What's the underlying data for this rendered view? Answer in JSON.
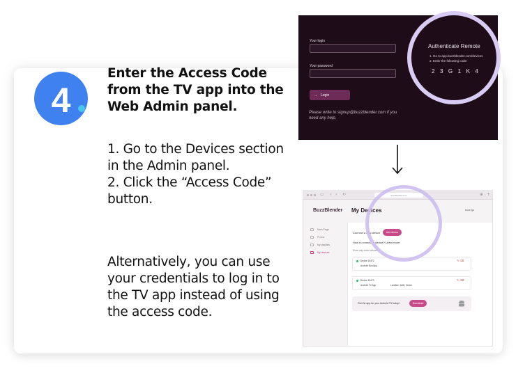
{
  "step_number": "4",
  "heading": "Enter the Access Code from the TV app into the Web Admin panel.",
  "steps": [
    " 1. Go to the Devices section in the Admin panel.",
    " 2. Click the “Access Code” button."
  ],
  "alternative": "Alternatively, you can use your credentials to log in to the TV app instead of using the access code.",
  "tv_screen": {
    "login_label": "Your login",
    "password_label": "Your password",
    "login_button": "Login",
    "note": "Please write to signup@buzzblender.com if you need any help.",
    "auth_title": "Authenticate Remote",
    "auth_step1": "1. Go to app.buzzblender.com/devices",
    "auth_step2": "2. Enter the following code:",
    "auth_code": "23G1K4"
  },
  "web_admin": {
    "url": "buzzblender.com",
    "brand": "BuzzBlender",
    "page_title": "My Devices",
    "user": "buzz7go",
    "sidebar": [
      "Main Page",
      "Promo",
      "My playlists",
      "My devices"
    ],
    "connect_text": "Connect a new device",
    "access_code_button": "Add device",
    "how_text": "How to connect a device? Learn more",
    "show_text": "Show only online devices",
    "devices": [
      {
        "status": "Device 10472",
        "name": "Android Box/App",
        "location": ""
      },
      {
        "status": "Device 10473",
        "name": "Android TV App",
        "location": "Location: UAE, Dubai"
      }
    ],
    "get_app_text": "Get the app for your Android TV today!",
    "download_button": "Download"
  },
  "colors": {
    "badge": "#3f82ef",
    "badge_dot": "#49c6ef",
    "tv_bg": "#1e0d19",
    "accent": "#c74a8a",
    "highlight_circle": "#d9ccf4"
  }
}
